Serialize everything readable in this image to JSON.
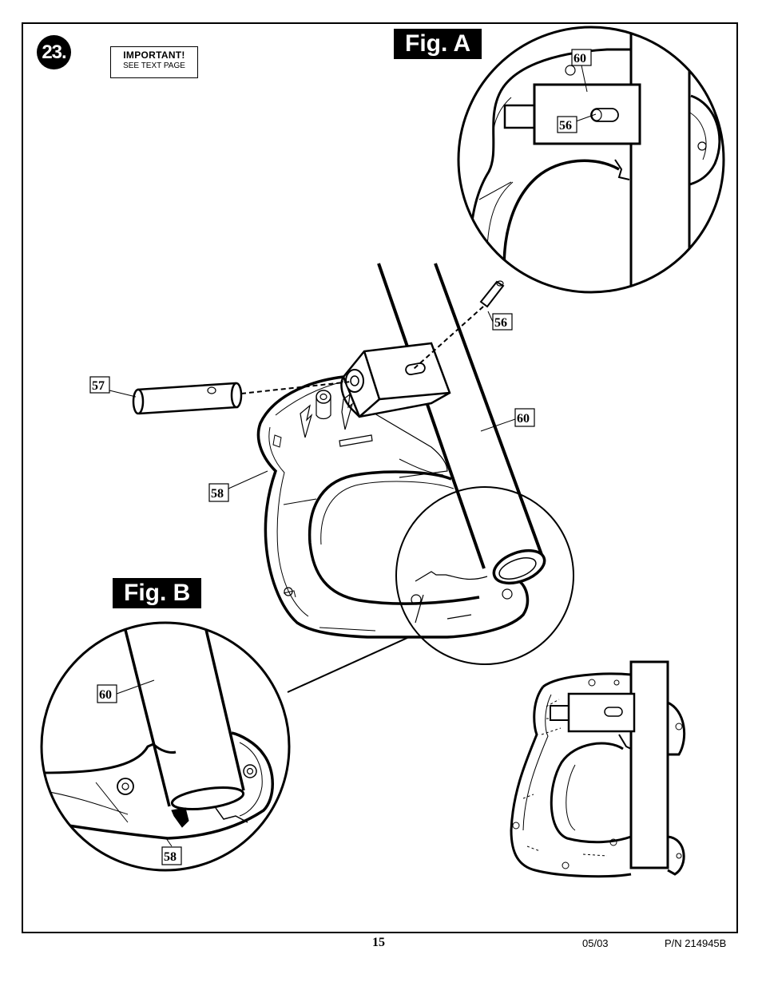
{
  "step": {
    "number": "23."
  },
  "notice": {
    "line1": "IMPORTANT!",
    "line2": "SEE TEXT PAGE"
  },
  "figures": {
    "a_title": "Fig. A",
    "b_title": "Fig. B"
  },
  "callouts": {
    "fig_a_tube": "60",
    "fig_a_pin": "56",
    "main_pin": "56",
    "main_axle": "57",
    "main_tube": "60",
    "main_handle": "58",
    "fig_b_tube": "60",
    "fig_b_handle": "58"
  },
  "footer": {
    "page": "15",
    "date": "05/03",
    "part_number": "P/N 214945B"
  }
}
